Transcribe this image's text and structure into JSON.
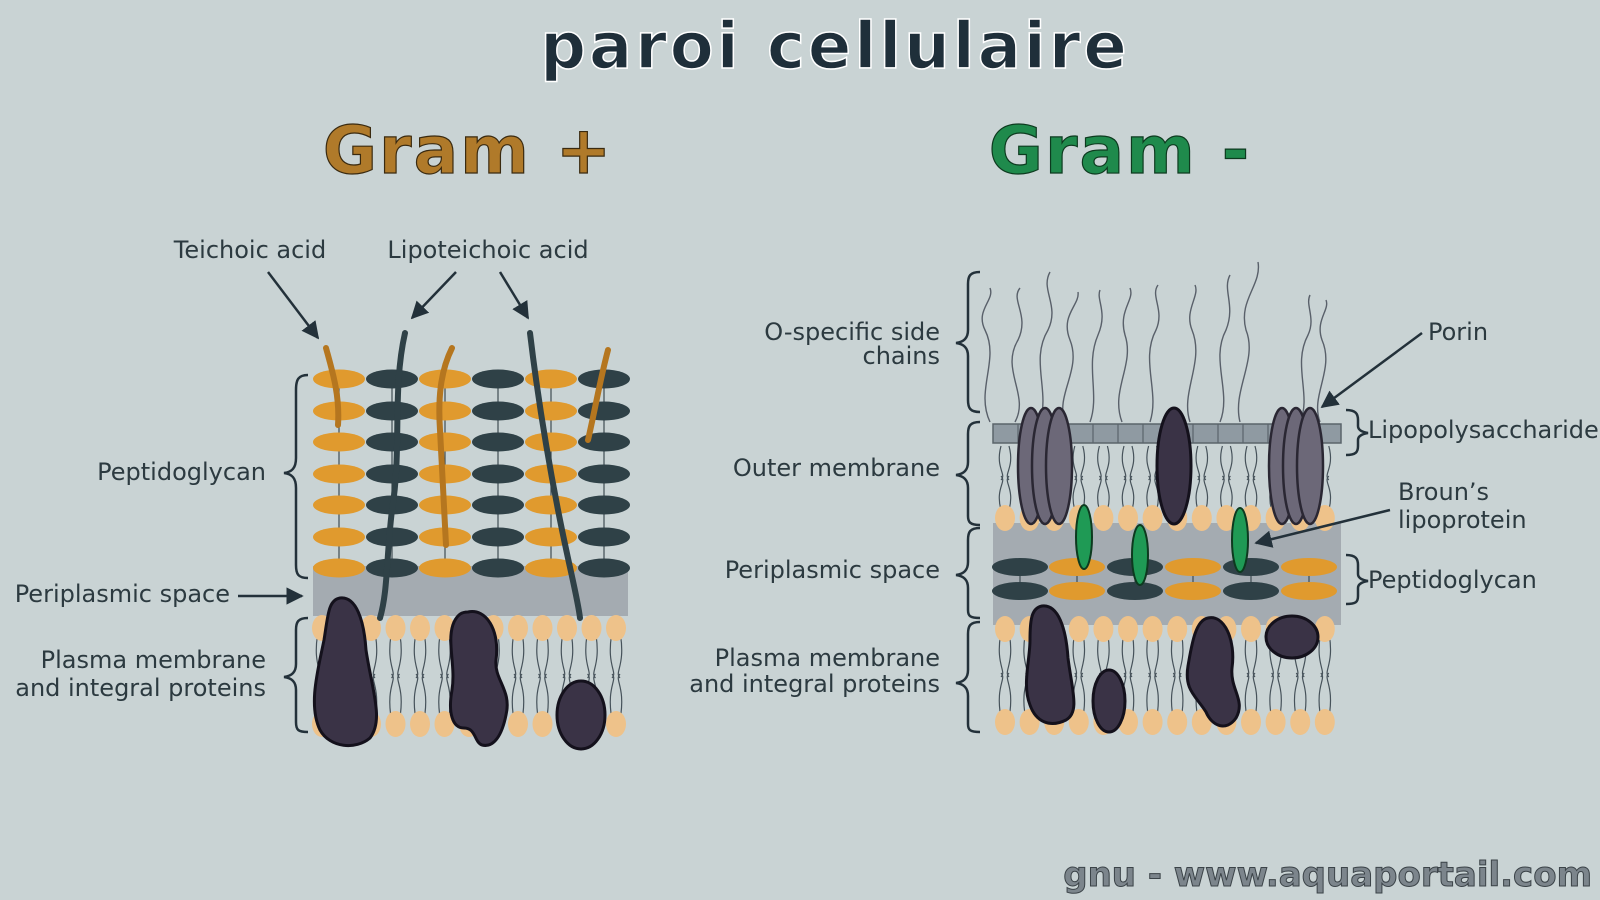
{
  "title": "paroi cellulaire",
  "gram_positive": {
    "heading": "Gram +",
    "color": "#b07a2a",
    "labels": {
      "teichoic_acid": "Teichoic acid",
      "lipoteichoic_acid": "Lipoteichoic acid",
      "peptidoglycan": "Peptidoglycan",
      "periplasmic_space": "Periplasmic space",
      "plasma_membrane_line1": "Plasma membrane",
      "plasma_membrane_line2": "and integral proteins"
    }
  },
  "gram_negative": {
    "heading": "Gram -",
    "color": "#1f8a4c",
    "labels": {
      "o_specific_line1": "O-specific side",
      "o_specific_line2": "chains",
      "outer_membrane": "Outer membrane",
      "periplasmic_space": "Periplasmic space",
      "plasma_membrane_line1": "Plasma membrane",
      "plasma_membrane_line2": "and integral proteins",
      "porin": "Porin",
      "lipopolysaccharide": "Lipopolysaccharide",
      "brouns_line1": "Broun’s",
      "brouns_line2": "lipoprotein",
      "peptidoglycan": "Peptidoglycan"
    }
  },
  "credit": "gnu - www.aquaportail.com",
  "colors": {
    "background": "#c9d3d4",
    "orange": "#e09a2e",
    "dark_teal": "#2f4147",
    "lipid_head": "#eec28a",
    "protein": "#3a3346",
    "porin": "#6c6878",
    "lipoprotein": "#1f9a55",
    "periplasm": "#a4abb1"
  }
}
